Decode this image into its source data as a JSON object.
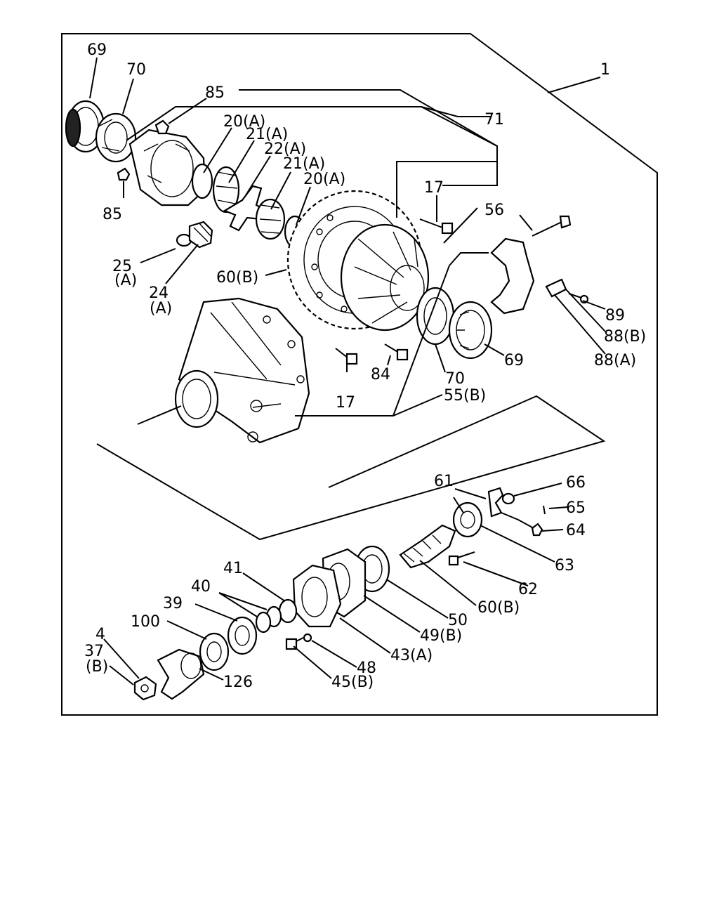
{
  "labels": {
    "l69a": "69",
    "l70a": "70",
    "l85a": "85",
    "l71": "71",
    "l1": "1",
    "l20a": "20(A)",
    "l21a": "21(A)",
    "l22a": "22(A)",
    "l21b": "21(A)",
    "l20b": "20(A)",
    "l85b": "85",
    "l17a": "17",
    "l56": "56",
    "l25": "25",
    "l25s": "(A)",
    "l24": "24",
    "l24s": "(A)",
    "l60a": "60(B)",
    "l89": "89",
    "l88b": "88(B)",
    "l88a": "88(A)",
    "l69b": "69",
    "l70b": "70",
    "l84": "84",
    "l17b": "17",
    "l55": "55(B)",
    "l61": "61",
    "l66": "66",
    "l65": "65",
    "l64": "64",
    "l63": "63",
    "l62": "62",
    "l60b": "60(B)",
    "l50": "50",
    "l49": "49(B)",
    "l43": "43(A)",
    "l48": "48",
    "l45": "45(B)",
    "l41": "41",
    "l40": "40",
    "l39": "39",
    "l100": "100",
    "l4": "4",
    "l37": "37",
    "l37s": "(B)",
    "l126": "126"
  }
}
